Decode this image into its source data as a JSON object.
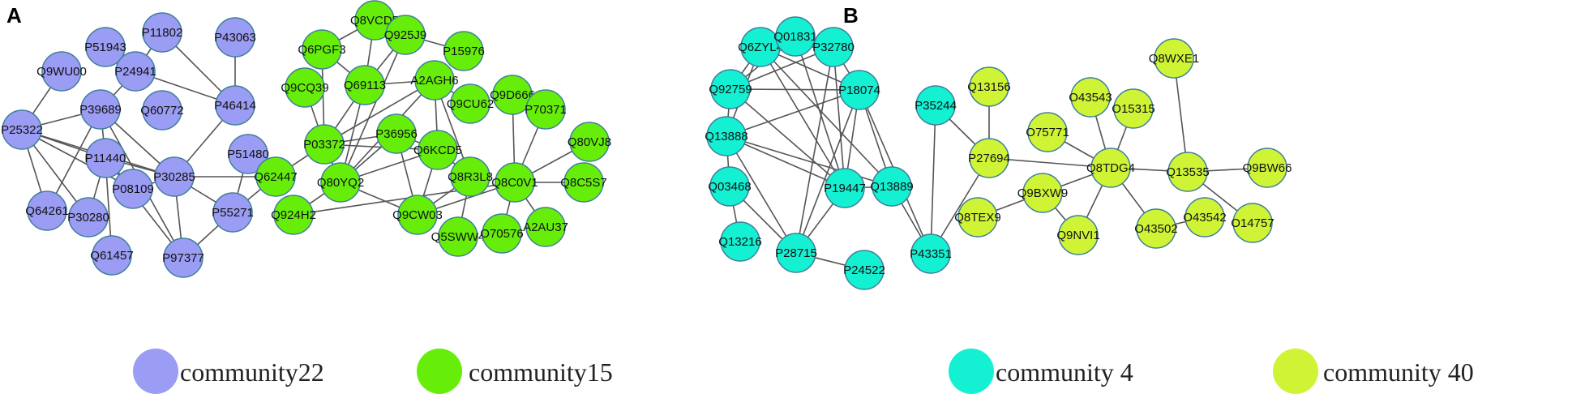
{
  "colors": {
    "community22": "#9b9cf3",
    "community15": "#66ee0a",
    "community4": "#14f0d2",
    "community40": "#cff436",
    "edge": "#555555",
    "node_outline": "#3f7f9c",
    "text": "#111111"
  },
  "panels": [
    {
      "label": "A",
      "legend": [
        {
          "label": "community22",
          "community": "community22"
        },
        {
          "label": "community15",
          "community": "community15"
        }
      ]
    },
    {
      "label": "B",
      "legend": [
        {
          "label": "community 4",
          "community": "community4"
        },
        {
          "label": "community 40",
          "community": "community40"
        }
      ]
    }
  ],
  "nodes": [
    {
      "id": "Q9WU00",
      "community": "community22"
    },
    {
      "id": "P51943",
      "community": "community22"
    },
    {
      "id": "P11802",
      "community": "community22"
    },
    {
      "id": "P43063",
      "community": "community22"
    },
    {
      "id": "P24941",
      "community": "community22"
    },
    {
      "id": "P39689",
      "community": "community22"
    },
    {
      "id": "Q60772",
      "community": "community22"
    },
    {
      "id": "P46414",
      "community": "community22"
    },
    {
      "id": "P25322",
      "community": "community22"
    },
    {
      "id": "P11440",
      "community": "community22"
    },
    {
      "id": "P51480",
      "community": "community22"
    },
    {
      "id": "P30285",
      "community": "community22"
    },
    {
      "id": "Q62447",
      "community": "community15"
    },
    {
      "id": "P08109",
      "community": "community22"
    },
    {
      "id": "Q64261",
      "community": "community22"
    },
    {
      "id": "P30280",
      "community": "community22"
    },
    {
      "id": "P55271",
      "community": "community22"
    },
    {
      "id": "Q61457",
      "community": "community22"
    },
    {
      "id": "P97377",
      "community": "community22"
    },
    {
      "id": "Q8VCD5",
      "community": "community15"
    },
    {
      "id": "Q925J9",
      "community": "community15"
    },
    {
      "id": "Q6PGF3",
      "community": "community15"
    },
    {
      "id": "P15976",
      "community": "community15"
    },
    {
      "id": "Q9CQ39",
      "community": "community15"
    },
    {
      "id": "Q69113",
      "community": "community15"
    },
    {
      "id": "A2AGH6",
      "community": "community15"
    },
    {
      "id": "Q9D666",
      "community": "community15"
    },
    {
      "id": "Q9CU62",
      "community": "community15"
    },
    {
      "id": "P70371",
      "community": "community15"
    },
    {
      "id": "P03372",
      "community": "community15"
    },
    {
      "id": "P36956",
      "community": "community15"
    },
    {
      "id": "Q6KCD5",
      "community": "community15"
    },
    {
      "id": "Q80VJ8",
      "community": "community15"
    },
    {
      "id": "Q80YQ2",
      "community": "community15"
    },
    {
      "id": "Q8R3L8",
      "community": "community15"
    },
    {
      "id": "Q8C0V1",
      "community": "community15"
    },
    {
      "id": "Q8C5S7",
      "community": "community15"
    },
    {
      "id": "Q924H2",
      "community": "community15"
    },
    {
      "id": "Q9CW03",
      "community": "community15"
    },
    {
      "id": "A2AU37",
      "community": "community15"
    },
    {
      "id": "Q5SWW4",
      "community": "community15"
    },
    {
      "id": "O70576",
      "community": "community15"
    },
    {
      "id": "Q6ZYL4",
      "community": "community4"
    },
    {
      "id": "Q01831",
      "community": "community4"
    },
    {
      "id": "P32780",
      "community": "community4"
    },
    {
      "id": "Q92759",
      "community": "community4"
    },
    {
      "id": "P18074",
      "community": "community4"
    },
    {
      "id": "Q13888",
      "community": "community4"
    },
    {
      "id": "Q03468",
      "community": "community4"
    },
    {
      "id": "P19447",
      "community": "community4"
    },
    {
      "id": "Q13889",
      "community": "community4"
    },
    {
      "id": "Q13216",
      "community": "community4"
    },
    {
      "id": "P28715",
      "community": "community4"
    },
    {
      "id": "P24522",
      "community": "community4"
    },
    {
      "id": "P35244",
      "community": "community4"
    },
    {
      "id": "P43351",
      "community": "community4"
    },
    {
      "id": "Q13156",
      "community": "community40"
    },
    {
      "id": "P27694",
      "community": "community40"
    },
    {
      "id": "Q8TEX9",
      "community": "community40"
    },
    {
      "id": "Q9BXW9",
      "community": "community40"
    },
    {
      "id": "Q9NVI1",
      "community": "community40"
    },
    {
      "id": "O43543",
      "community": "community40"
    },
    {
      "id": "O15315",
      "community": "community40"
    },
    {
      "id": "O75771",
      "community": "community40"
    },
    {
      "id": "Q8TDG4",
      "community": "community40"
    },
    {
      "id": "O43502",
      "community": "community40"
    },
    {
      "id": "O43542",
      "community": "community40"
    },
    {
      "id": "Q8WXE1",
      "community": "community40"
    },
    {
      "id": "Q13535",
      "community": "community40"
    },
    {
      "id": "Q9BW66",
      "community": "community40"
    },
    {
      "id": "O14757",
      "community": "community40"
    }
  ],
  "edges": [
    [
      "Q9WU00",
      "P25322"
    ],
    [
      "P51943",
      "P24941"
    ],
    [
      "P11802",
      "P24941"
    ],
    [
      "P11802",
      "P46414"
    ],
    [
      "P43063",
      "P46414"
    ],
    [
      "P24941",
      "P39689"
    ],
    [
      "P24941",
      "P46414"
    ],
    [
      "P46414",
      "P30285"
    ],
    [
      "P25322",
      "P39689"
    ],
    [
      "P25322",
      "P11440"
    ],
    [
      "P25322",
      "P30285"
    ],
    [
      "P25322",
      "P08109"
    ],
    [
      "P25322",
      "Q64261"
    ],
    [
      "P25322",
      "P30280"
    ],
    [
      "P39689",
      "P11440"
    ],
    [
      "P39689",
      "P30285"
    ],
    [
      "P39689",
      "P97377"
    ],
    [
      "P39689",
      "Q64261"
    ],
    [
      "P11440",
      "P30285"
    ],
    [
      "P11440",
      "P08109"
    ],
    [
      "P11440",
      "P30280"
    ],
    [
      "P11440",
      "Q61457"
    ],
    [
      "P11440",
      "P97377"
    ],
    [
      "P08109",
      "P30285"
    ],
    [
      "P30285",
      "Q62447"
    ],
    [
      "P30285",
      "P55271"
    ],
    [
      "P30285",
      "P97377"
    ],
    [
      "P51480",
      "P55271"
    ],
    [
      "P55271",
      "Q62447"
    ],
    [
      "P55271",
      "P97377"
    ],
    [
      "Q8VCD5",
      "Q6PGF3"
    ],
    [
      "Q8VCD5",
      "Q69113"
    ],
    [
      "Q925J9",
      "P15976"
    ],
    [
      "Q925J9",
      "Q69113"
    ],
    [
      "Q6PGF3",
      "Q69113"
    ],
    [
      "Q6PGF3",
      "P03372"
    ],
    [
      "Q9CQ39",
      "P03372"
    ],
    [
      "Q69113",
      "A2AGH6"
    ],
    [
      "Q69113",
      "P03372"
    ],
    [
      "Q69113",
      "Q80YQ2"
    ],
    [
      "A2AGH6",
      "P03372"
    ],
    [
      "A2AGH6",
      "Q80YQ2"
    ],
    [
      "A2AGH6",
      "Q9CU62"
    ],
    [
      "A2AGH6",
      "Q8R3L8"
    ],
    [
      "A2AGH6",
      "Q6KCD5"
    ],
    [
      "Q925J9",
      "Q80YQ2"
    ],
    [
      "P03372",
      "P36956"
    ],
    [
      "P03372",
      "Q6KCD5"
    ],
    [
      "P03372",
      "Q80YQ2"
    ],
    [
      "P03372",
      "Q62447"
    ],
    [
      "Q80YQ2",
      "P36956"
    ],
    [
      "Q80YQ2",
      "Q6KCD5"
    ],
    [
      "Q80YQ2",
      "Q924H2"
    ],
    [
      "Q80YQ2",
      "Q9CW03"
    ],
    [
      "P36956",
      "Q9CW03"
    ],
    [
      "P36956",
      "Q6KCD5"
    ],
    [
      "Q6KCD5",
      "Q8R3L8"
    ],
    [
      "Q6KCD5",
      "Q9CW03"
    ],
    [
      "Q8R3L8",
      "Q9CW03"
    ],
    [
      "Q8R3L8",
      "Q5SWW4"
    ],
    [
      "Q8C0V1",
      "Q9D666"
    ],
    [
      "Q8C0V1",
      "P70371"
    ],
    [
      "Q8C0V1",
      "Q80VJ8"
    ],
    [
      "Q8C0V1",
      "Q8C5S7"
    ],
    [
      "Q8C0V1",
      "A2AU37"
    ],
    [
      "Q8C0V1",
      "O70576"
    ],
    [
      "Q8C0V1",
      "Q9CW03"
    ],
    [
      "Q8C0V1",
      "Q924H2"
    ],
    [
      "Q6ZYL4",
      "Q01831"
    ],
    [
      "Q6ZYL4",
      "P32780"
    ],
    [
      "Q6ZYL4",
      "Q92759"
    ],
    [
      "Q6ZYL4",
      "P18074"
    ],
    [
      "Q6ZYL4",
      "P19447"
    ],
    [
      "Q6ZYL4",
      "Q13889"
    ],
    [
      "Q6ZYL4",
      "Q13888"
    ],
    [
      "Q01831",
      "P32780"
    ],
    [
      "Q01831",
      "P19447"
    ],
    [
      "Q01831",
      "Q92759"
    ],
    [
      "P32780",
      "P18074"
    ],
    [
      "P32780",
      "P19447"
    ],
    [
      "P32780",
      "Q92759"
    ],
    [
      "P32780",
      "P28715"
    ],
    [
      "Q92759",
      "P18074"
    ],
    [
      "Q92759",
      "P19447"
    ],
    [
      "Q92759",
      "Q13888"
    ],
    [
      "P18074",
      "Q13888"
    ],
    [
      "P18074",
      "P19447"
    ],
    [
      "P18074",
      "Q13889"
    ],
    [
      "P18074",
      "P28715"
    ],
    [
      "P18074",
      "P43351"
    ],
    [
      "Q13888",
      "P19447"
    ],
    [
      "Q13888",
      "Q13889"
    ],
    [
      "Q13888",
      "Q03468"
    ],
    [
      "Q13888",
      "P28715"
    ],
    [
      "Q03468",
      "Q13216"
    ],
    [
      "Q03468",
      "P28715"
    ],
    [
      "P19447",
      "Q13889"
    ],
    [
      "P19447",
      "P28715"
    ],
    [
      "Q13889",
      "P43351"
    ],
    [
      "P28715",
      "P24522"
    ],
    [
      "P35244",
      "P43351"
    ],
    [
      "P35244",
      "P27694"
    ],
    [
      "Q13156",
      "P27694"
    ],
    [
      "P27694",
      "P43351"
    ],
    [
      "P27694",
      "Q8TDG4"
    ],
    [
      "Q8TDG4",
      "O43543"
    ],
    [
      "Q8TDG4",
      "O15315"
    ],
    [
      "Q8TDG4",
      "O75771"
    ],
    [
      "Q8TDG4",
      "Q9BXW9"
    ],
    [
      "Q8TDG4",
      "Q9NVI1"
    ],
    [
      "Q8TDG4",
      "O43502"
    ],
    [
      "Q8TDG4",
      "Q13535"
    ],
    [
      "Q9BXW9",
      "Q8TEX9"
    ],
    [
      "Q9BXW9",
      "Q9NVI1"
    ],
    [
      "O43502",
      "O43542"
    ],
    [
      "Q8WXE1",
      "Q13535"
    ],
    [
      "Q13535",
      "Q9BW66"
    ],
    [
      "Q13535",
      "O14757"
    ]
  ]
}
